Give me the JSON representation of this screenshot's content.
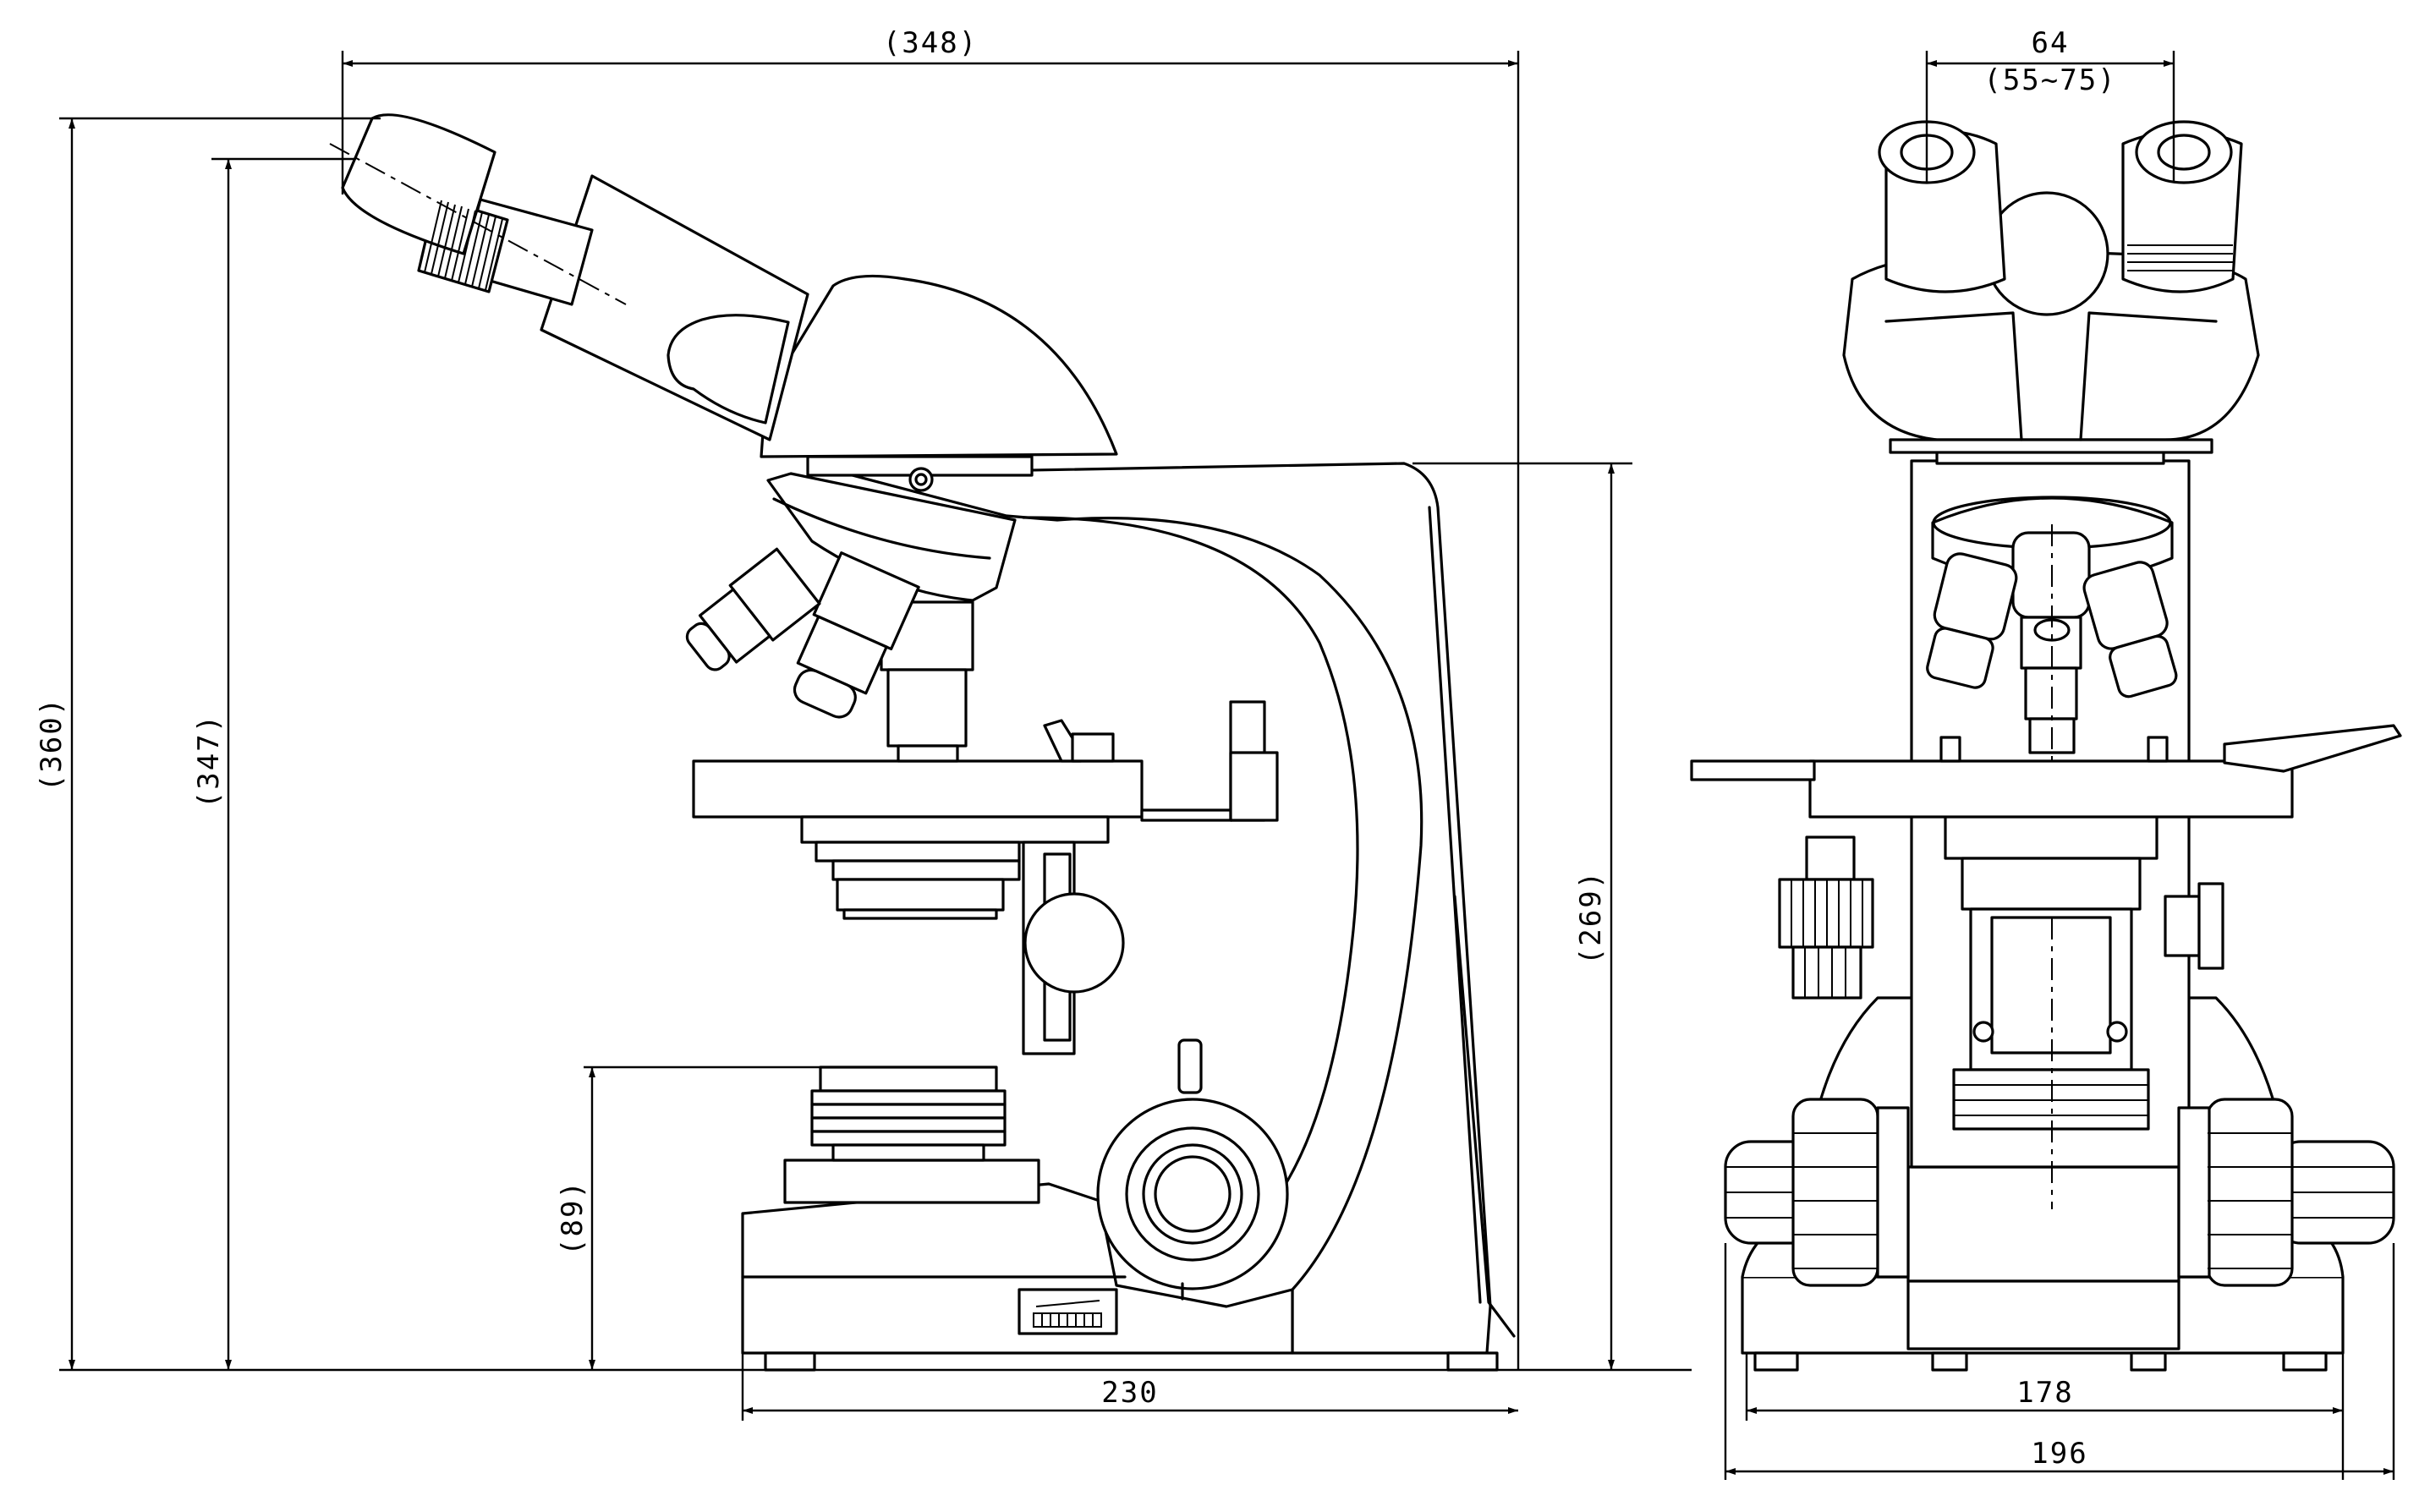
{
  "dimensions": {
    "side_width_top": "(348)",
    "side_height_total": "(360)",
    "side_height_eyepiece": "(347)",
    "side_height_arm": "(269)",
    "side_height_stage": "(89)",
    "side_base_width": "230",
    "front_ipd": "64",
    "front_ipd_range": "(55~75)",
    "front_base_width": "178",
    "front_total_width": "196"
  },
  "colors": {
    "line": "#000000",
    "background": "#ffffff"
  }
}
